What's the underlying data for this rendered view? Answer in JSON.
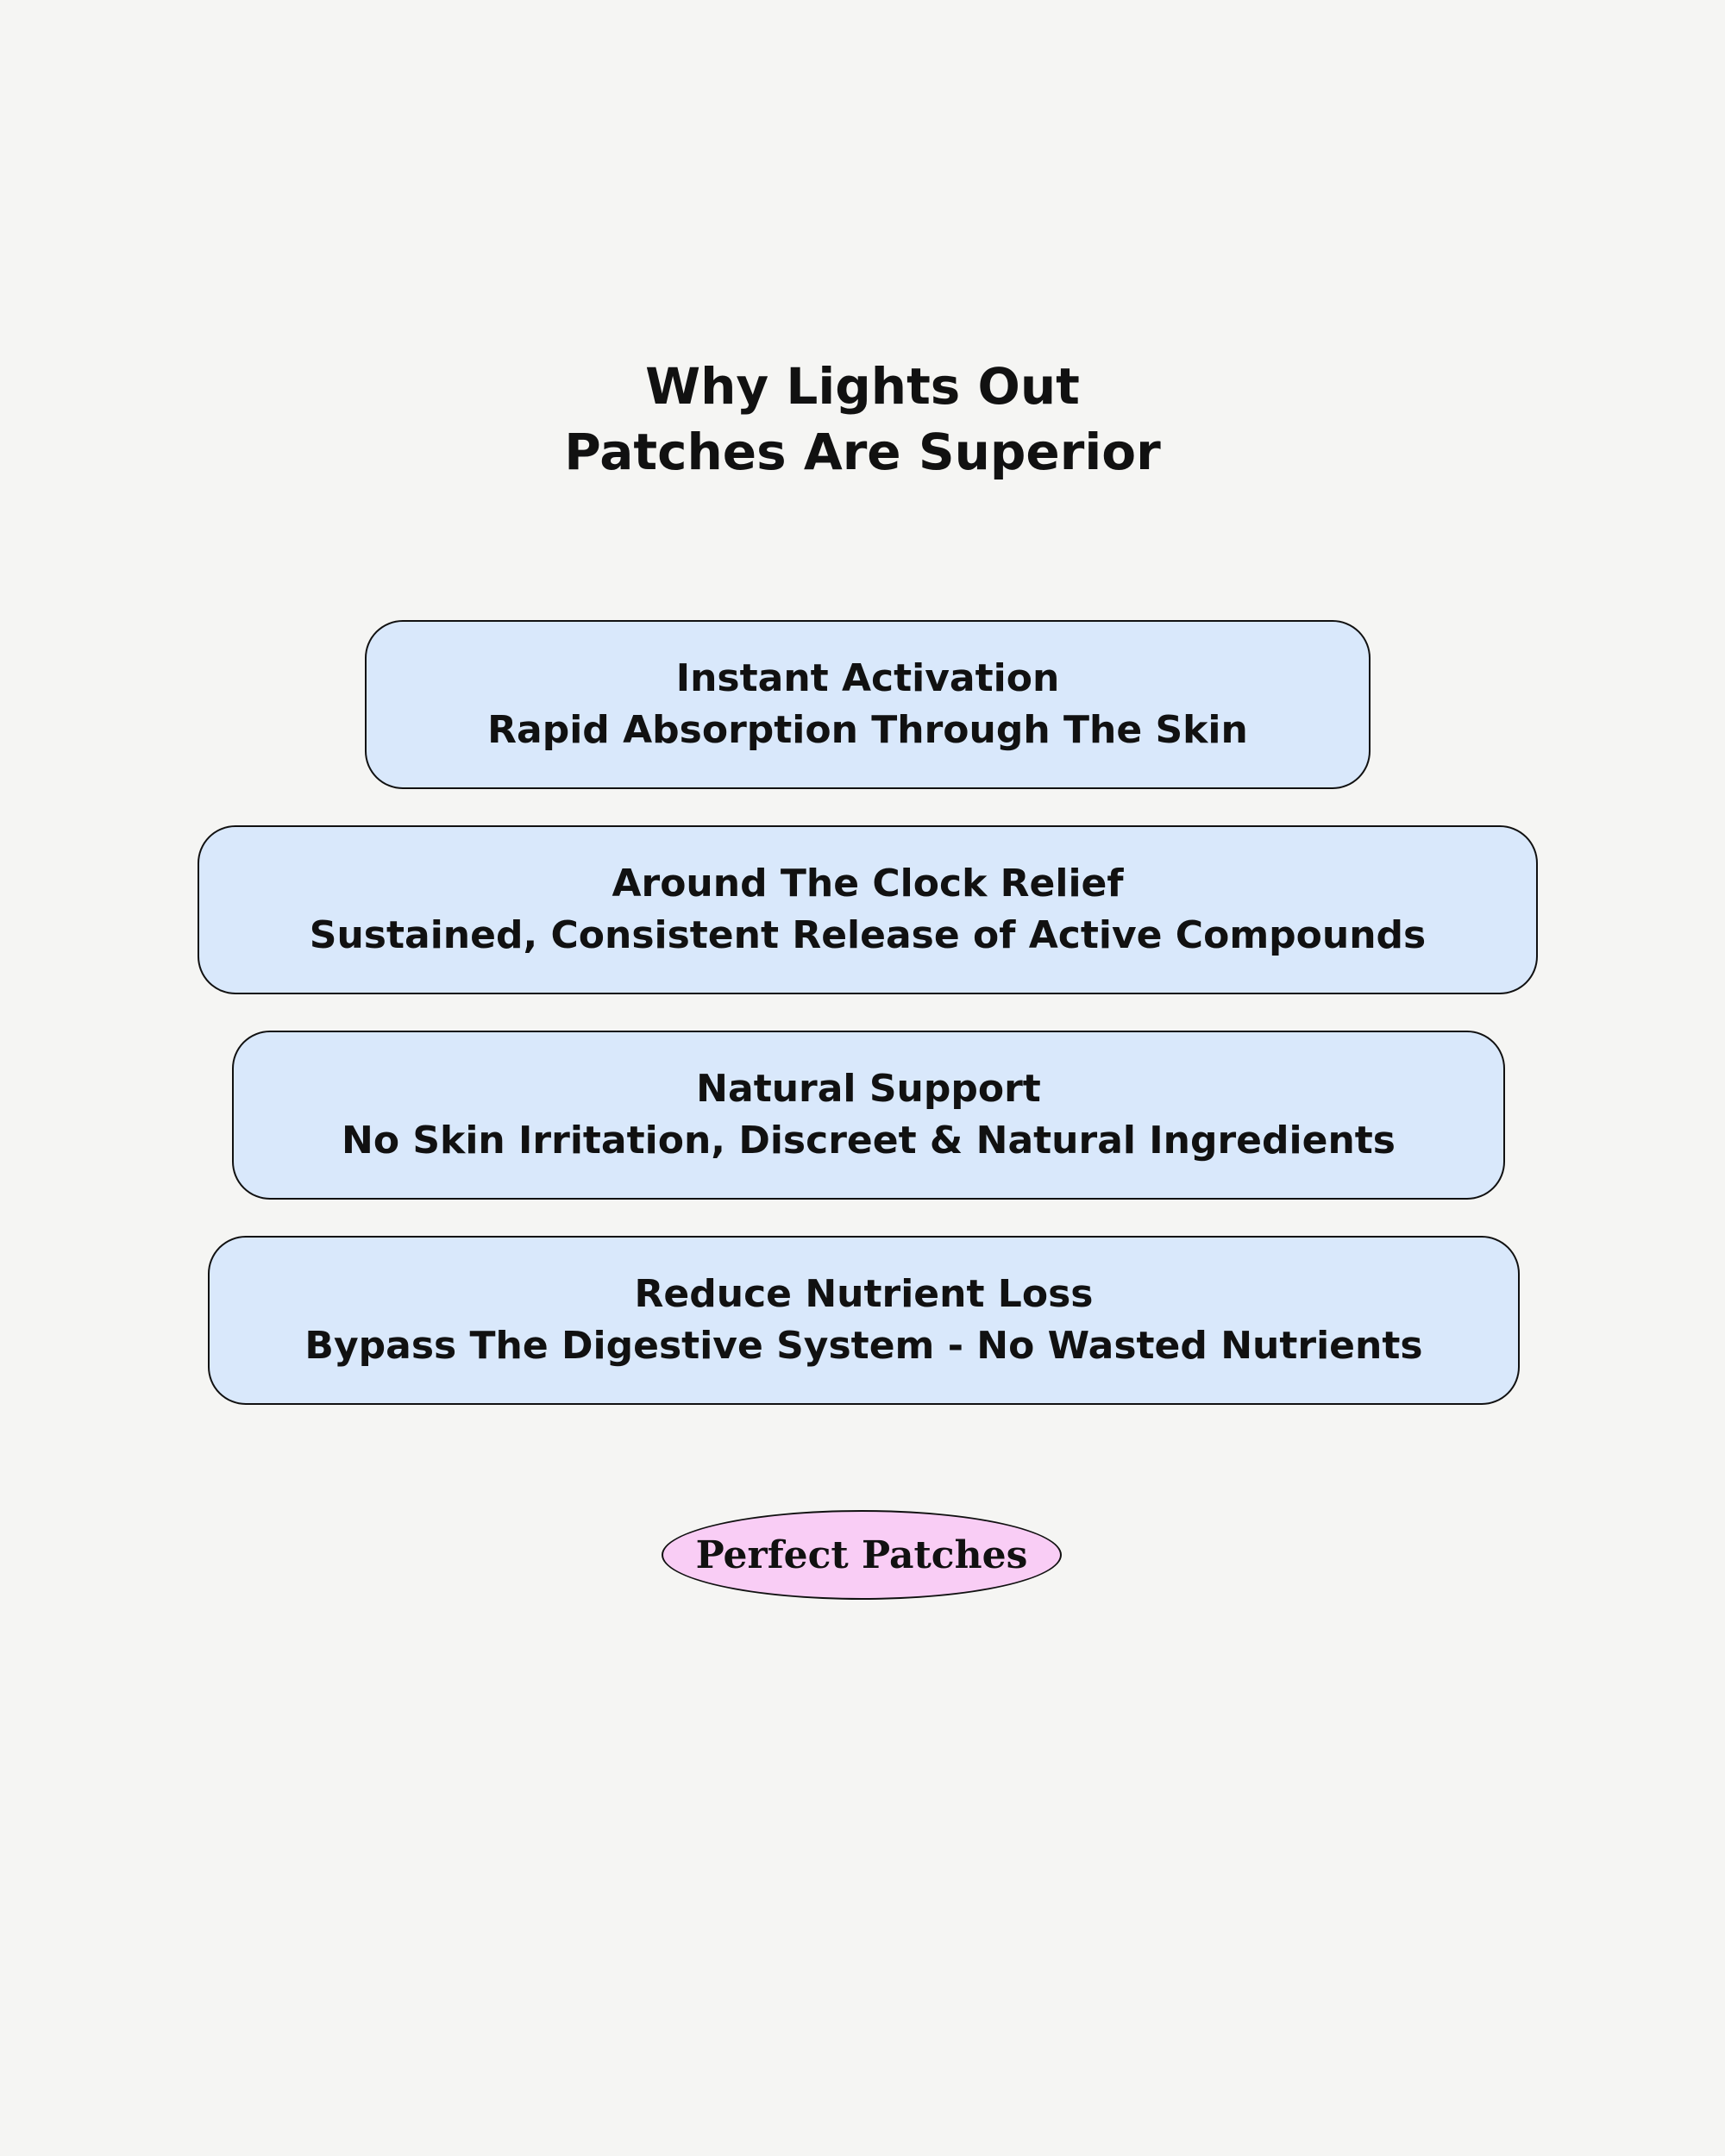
{
  "title": {
    "line1": "Why Lights Out",
    "line2": "Patches Are Superior"
  },
  "benefits": [
    {
      "heading": "Instant Activation",
      "detail": "Rapid Absorption Through The Skin"
    },
    {
      "heading": "Around The Clock Relief",
      "detail": "Sustained, Consistent Release of Active Compounds"
    },
    {
      "heading": "Natural Support",
      "detail": "No Skin Irritation, Discreet & Natural Ingredients"
    },
    {
      "heading": "Reduce Nutrient Loss",
      "detail": "Bypass The Digestive System - No Wasted Nutrients"
    }
  ],
  "brand": {
    "label": "Perfect Patches"
  },
  "colors": {
    "background": "#f5f5f3",
    "card_fill": "#d9e8fb",
    "badge_fill": "#f9cdf5",
    "outline": "#111111"
  }
}
